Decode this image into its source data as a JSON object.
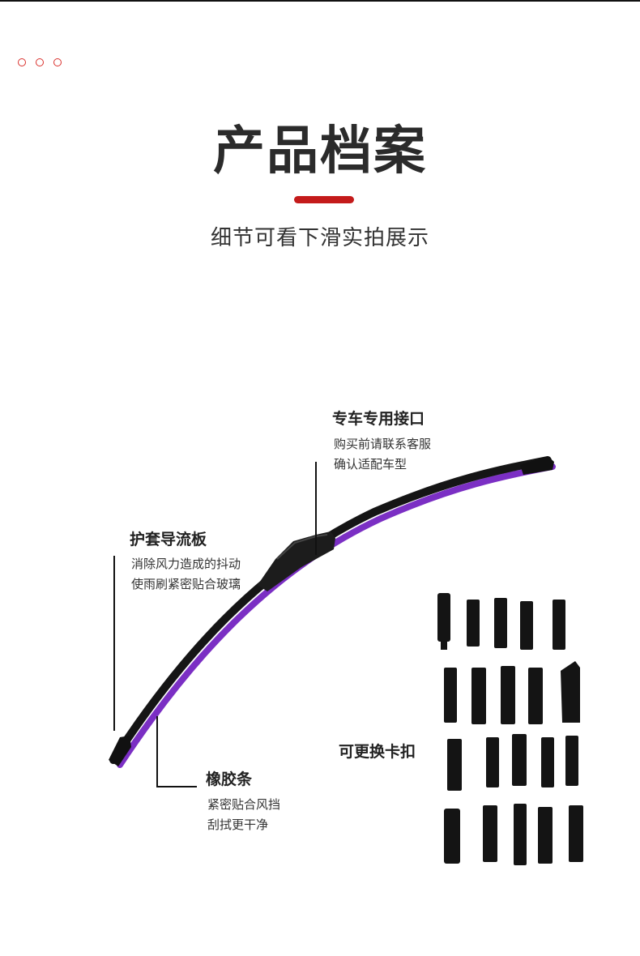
{
  "header": {
    "title": "产品档案",
    "subtitle": "细节可看下滑实拍展示"
  },
  "callouts": {
    "connector": {
      "heading": "专车专用接口",
      "lines": [
        "购买前请联系客服",
        "确认适配车型"
      ]
    },
    "spoiler": {
      "heading": "护套导流板",
      "lines": [
        "消除风力造成的抖动",
        "使雨刷紧密贴合玻璃"
      ]
    },
    "rubber": {
      "heading": "橡胶条",
      "lines": [
        "紧密贴合风挡",
        "刮拭更干净"
      ]
    },
    "clips": {
      "heading": "可更换卡扣"
    }
  },
  "colors": {
    "accent": "#c41b1b",
    "dots": "#d9302c",
    "rubber_strip": "#7b2fc4",
    "blade": "#151515"
  }
}
